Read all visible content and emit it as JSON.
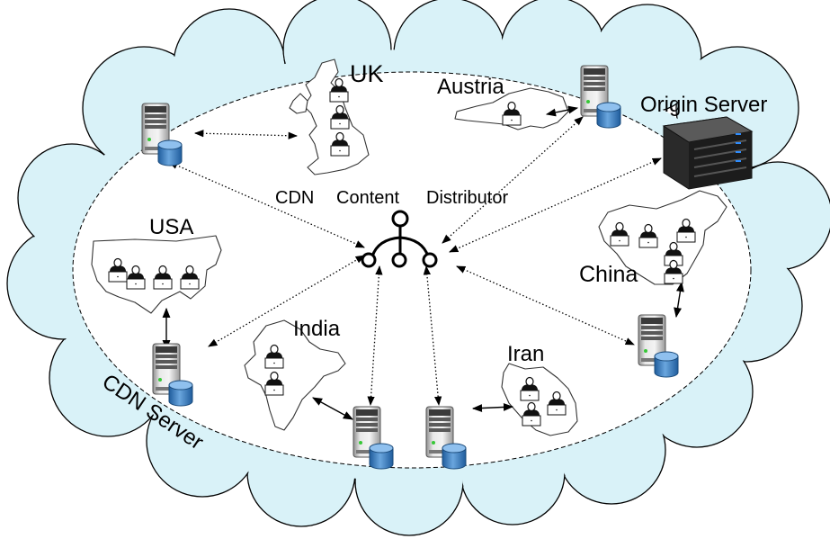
{
  "labels": {
    "uk": "UK",
    "austria": "Austria",
    "usa": "USA",
    "india": "India",
    "iran": "Iran",
    "china": "China",
    "origin": "Origin Server",
    "cdn_server": "CDN Server",
    "distributor": {
      "word1": "CDN",
      "word2": "Content",
      "word3": "Distributor"
    }
  },
  "colors": {
    "cloud_fill": "#d9f2f8",
    "cloud_stroke": "#000000",
    "server_body": "#c9c9c9",
    "db_blue": "#3f7fc0",
    "origin_dark": "#2a2a2a",
    "origin_led": "#2d8cff"
  },
  "icons": {
    "server": "server-with-database-icon",
    "origin": "rack-server-icon",
    "distributor": "distribution-hub-icon",
    "user": "user-at-laptop-icon"
  }
}
